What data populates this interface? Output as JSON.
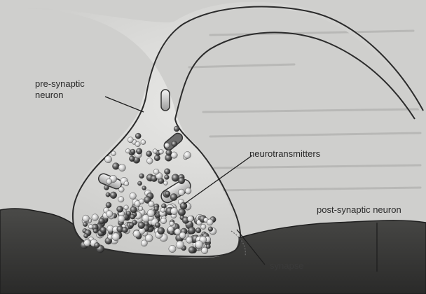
{
  "labels": {
    "pre_synaptic_line1": "pre-synaptic",
    "pre_synaptic_line2": "neuron",
    "neurotransmitters": "neurotransmitters",
    "post_synaptic": "post-synaptic neuron",
    "synapse": "synapse"
  },
  "colors": {
    "page_bg": "#cfcfcd",
    "neuron_fill": "#dcdcda",
    "post_neuron_fill": "#3c3c3a",
    "outline": "#2b2b2b",
    "vesicle_dark": "#555555",
    "vesicle_light": "#eeeeee"
  }
}
